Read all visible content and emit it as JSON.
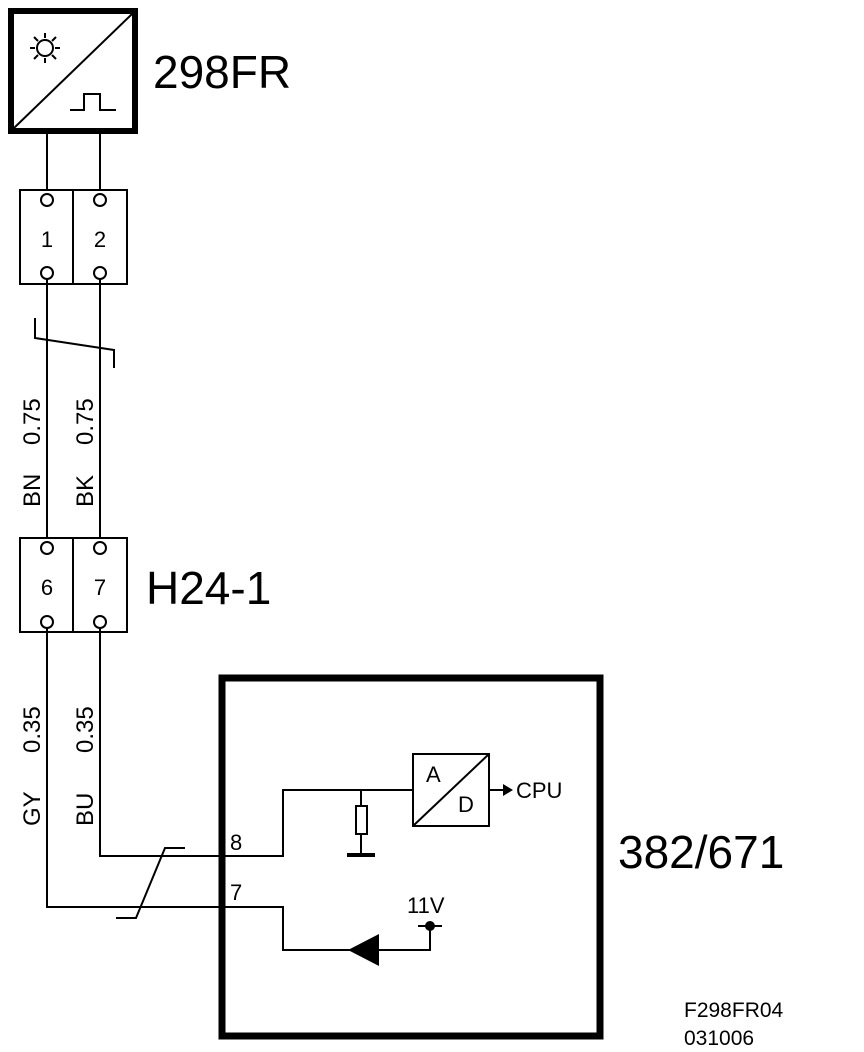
{
  "components": {
    "sensor": {
      "label": "298FR",
      "icon": "sun-to-pulse-sensor-icon"
    },
    "connector_top": {
      "pins": [
        "1",
        "2"
      ]
    },
    "connector_mid": {
      "label": "H24-1",
      "pins": [
        "6",
        "7"
      ]
    },
    "control_unit": {
      "label": "382/671",
      "pins": [
        "8",
        "7"
      ],
      "adc_a": "A",
      "adc_d": "D",
      "cpu": "CPU",
      "voltage": "11V"
    }
  },
  "wires": [
    {
      "color_code": "BN",
      "size": "0.75"
    },
    {
      "color_code": "BK",
      "size": "0.75"
    },
    {
      "color_code": "GY",
      "size": "0.35"
    },
    {
      "color_code": "BU",
      "size": "0.35"
    }
  ],
  "figure_code": {
    "line1": "F298FR04",
    "line2": "031006"
  }
}
